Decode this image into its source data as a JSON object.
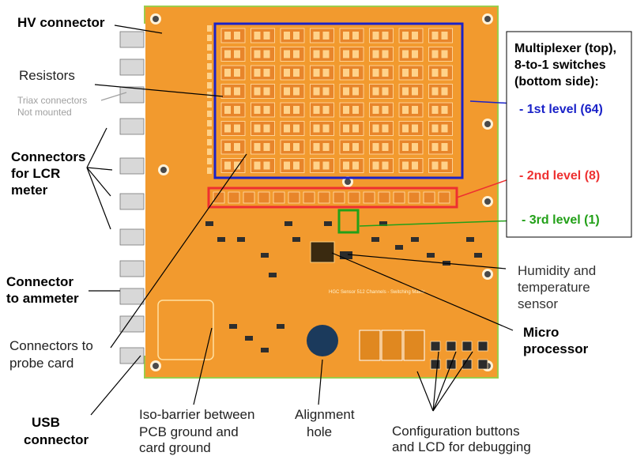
{
  "colors": {
    "board": "#f29a2e",
    "board_dark": "#d97d12",
    "mux_blue": "#1a22c8",
    "level2_red": "#ee3030",
    "level3_green": "#22a018",
    "hole": "#1b3a5c",
    "label_gray": "#a0a0a0"
  },
  "labels": {
    "hv_connector": "HV connector",
    "resistors": "Resistors",
    "triax_line1": "Triax connectors",
    "triax_line2": "Not mounted",
    "lcr_line1": "Connectors",
    "lcr_line2": "for LCR",
    "lcr_line3": "meter",
    "ammeter_line1": "Connector",
    "ammeter_line2": "to ammeter",
    "probe_line1": "Connectors to",
    "probe_line2": "probe card",
    "usb_line1": "USB",
    "usb_line2": "connector",
    "iso_line1": "Iso-barrier between",
    "iso_line2": "PCB ground and",
    "iso_line3": "card ground",
    "alignment_line1": "Alignment",
    "alignment_line2": "hole",
    "config_line1": "Configuration buttons",
    "config_line2": "and LCD for debugging",
    "micro_line1": "Micro",
    "micro_line2": "processor",
    "humidity_line1": "Humidity and",
    "humidity_line2": "temperature",
    "humidity_line3": "sensor",
    "mux_line1": "Multiplexer (top),",
    "mux_line2": "8-to-1 switches",
    "mux_line3": "(bottom side):",
    "level1": "- 1st level (64)",
    "level2": "- 2nd level (8)",
    "level3": "- 3rd level (1)"
  },
  "board_text": {
    "title": "HGC Sensor 512 Channels - Switching Matrix"
  }
}
